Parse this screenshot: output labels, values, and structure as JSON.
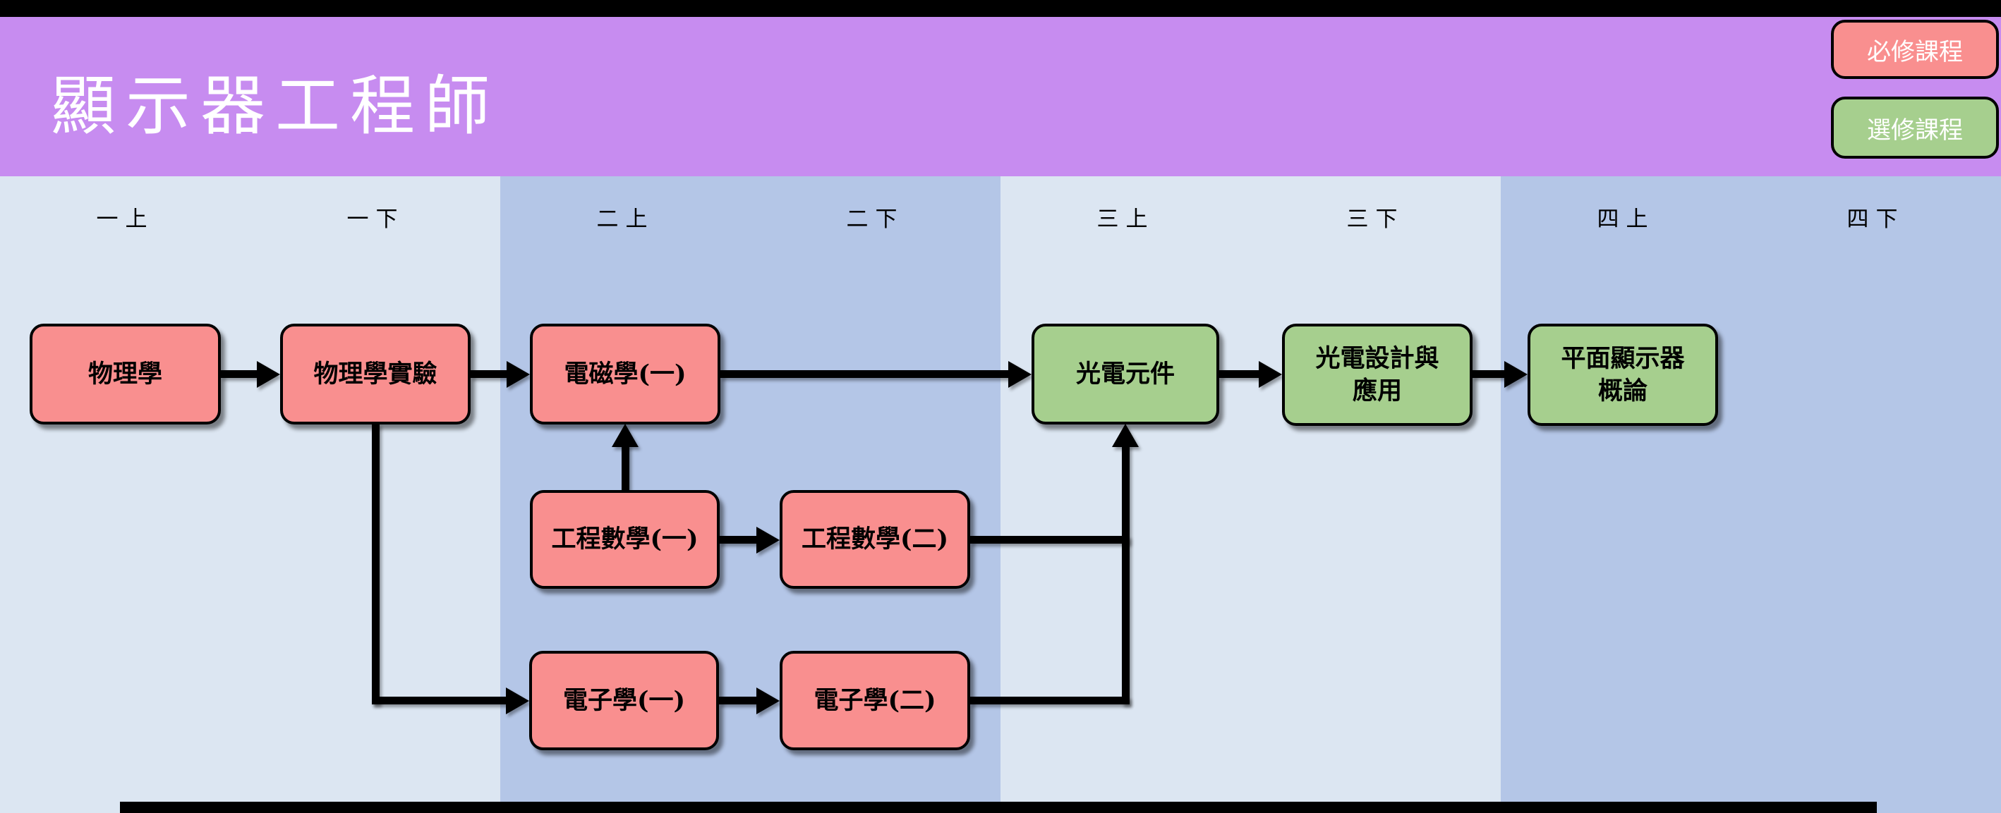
{
  "title": "顯示器工程師",
  "legend": {
    "required": {
      "label": "必修課程",
      "color": "#f98f8f"
    },
    "elective": {
      "label": "選修課程",
      "color": "#a6cf8e"
    }
  },
  "columns": [
    "一上",
    "一下",
    "二上",
    "二下",
    "三上",
    "三下",
    "四上",
    "四下"
  ],
  "courses": [
    {
      "id": "physics",
      "label": "物理學",
      "display": "物理學",
      "type": "required",
      "semester": "一上"
    },
    {
      "id": "physics-lab",
      "label": "物理學實驗",
      "display": "物理學實驗",
      "type": "required",
      "semester": "一下"
    },
    {
      "id": "em-1",
      "label": "電磁學(一)",
      "display": "電磁學(一)",
      "type": "required",
      "semester": "二上"
    },
    {
      "id": "eng-math-1",
      "label": "工程數學(一)",
      "display": "工程數學(一)",
      "type": "required",
      "semester": "二上"
    },
    {
      "id": "electronics-1",
      "label": "電子學(一)",
      "display": "電子學(一)",
      "type": "required",
      "semester": "二上"
    },
    {
      "id": "eng-math-2",
      "label": "工程數學(二)",
      "display": "工程數學(二)",
      "type": "required",
      "semester": "二下"
    },
    {
      "id": "electronics-2",
      "label": "電子學(二)",
      "display": "電子學(二)",
      "type": "required",
      "semester": "二下"
    },
    {
      "id": "oe-devices",
      "label": "光電元件",
      "display": "光電元件",
      "type": "elective",
      "semester": "三上"
    },
    {
      "id": "oe-design",
      "label": "光電設計與應用",
      "display": "光電設計與\n應用",
      "type": "elective",
      "semester": "三下"
    },
    {
      "id": "fpd-intro",
      "label": "平面顯示器概論",
      "display": "平面顯示器\n概論",
      "type": "elective",
      "semester": "四上"
    }
  ],
  "edges": [
    {
      "from": "物理學",
      "to": "物理學實驗"
    },
    {
      "from": "物理學實驗",
      "to": "電磁學(一)"
    },
    {
      "from": "電磁學(一)",
      "to": "光電元件"
    },
    {
      "from": "光電元件",
      "to": "光電設計與應用"
    },
    {
      "from": "光電設計與應用",
      "to": "平面顯示器概論"
    },
    {
      "from": "工程數學(一)",
      "to": "電磁學(一)"
    },
    {
      "from": "工程數學(一)",
      "to": "工程數學(二)"
    },
    {
      "from": "工程數學(二)",
      "to": "光電元件"
    },
    {
      "from": "物理學實驗",
      "to": "電子學(一)"
    },
    {
      "from": "電子學(一)",
      "to": "電子學(二)"
    },
    {
      "from": "電子學(二)",
      "to": "光電元件"
    }
  ],
  "colors": {
    "header_purple": "#c78cf0",
    "band_light": "#dce6f2",
    "band_dark": "#b4c6e7",
    "required_red": "#f98f8f",
    "elective_green": "#a6cf8e",
    "connector": "#000000",
    "title_text": "#ffffff"
  }
}
